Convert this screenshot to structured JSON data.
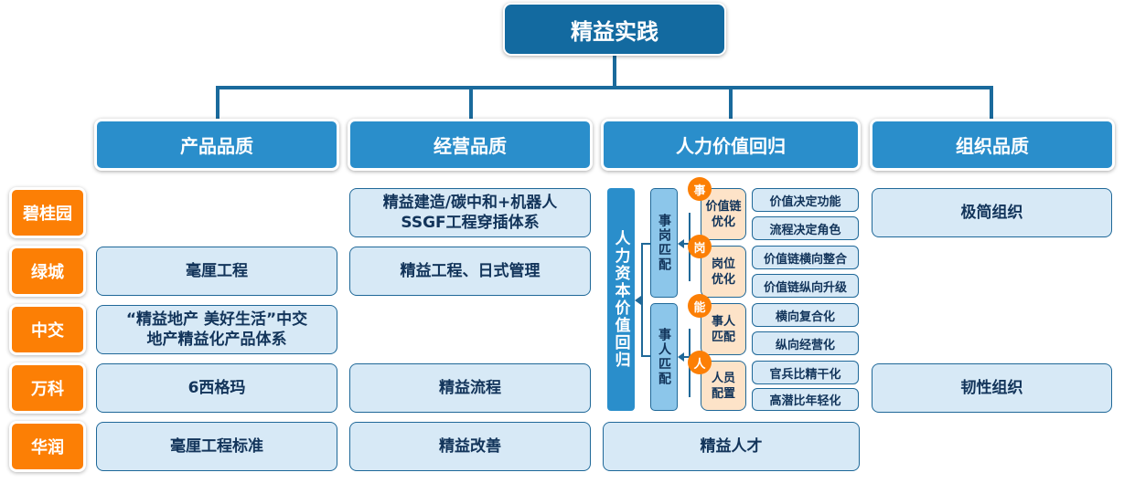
{
  "root": {
    "title": "精益实践"
  },
  "categories": [
    {
      "label": "产品品质"
    },
    {
      "label": "经营品质"
    },
    {
      "label": "人力价值回归"
    },
    {
      "label": "组织品质"
    }
  ],
  "companies": [
    {
      "name": "碧桂园"
    },
    {
      "name": "绿城"
    },
    {
      "name": "中交"
    },
    {
      "name": "万科"
    },
    {
      "name": "华润"
    }
  ],
  "product_quality": {
    "lvcheng": "毫厘工程",
    "zhongjiao_line1": "“精益地产 美好生活”中交",
    "zhongjiao_line2": "地产精益化产品体系",
    "vanke": "6西格玛",
    "huarun": "毫厘工程标准"
  },
  "business_quality": {
    "biguiyuan_line1": "精益建造/碳中和+机器人",
    "biguiyuan_line2": "SSGF工程穿插体系",
    "lvcheng": "精益工程、日式管理",
    "vanke": "精益流程",
    "huarun": "精益改善"
  },
  "hr_value": {
    "main_bar": "人力资本价值回归",
    "match_post": "事岗匹配",
    "match_person": "事人匹配",
    "groups": [
      {
        "badge": "事",
        "label": "价值链优化",
        "items": [
          "价值决定功能",
          "流程决定角色"
        ]
      },
      {
        "badge": "岗",
        "label": "岗位优化",
        "items": [
          "价值链横向整合",
          "价值链纵向升级"
        ]
      },
      {
        "badge": "能",
        "label": "事人匹配",
        "items": [
          "横向复合化",
          "纵向经营化"
        ]
      },
      {
        "badge": "人",
        "label": "人员配置",
        "items": [
          "官兵比精干化",
          "高潜比年轻化"
        ]
      }
    ],
    "huarun": "精益人才"
  },
  "org_quality": {
    "biguiyuan": "极简组织",
    "vanke": "韧性组织"
  }
}
